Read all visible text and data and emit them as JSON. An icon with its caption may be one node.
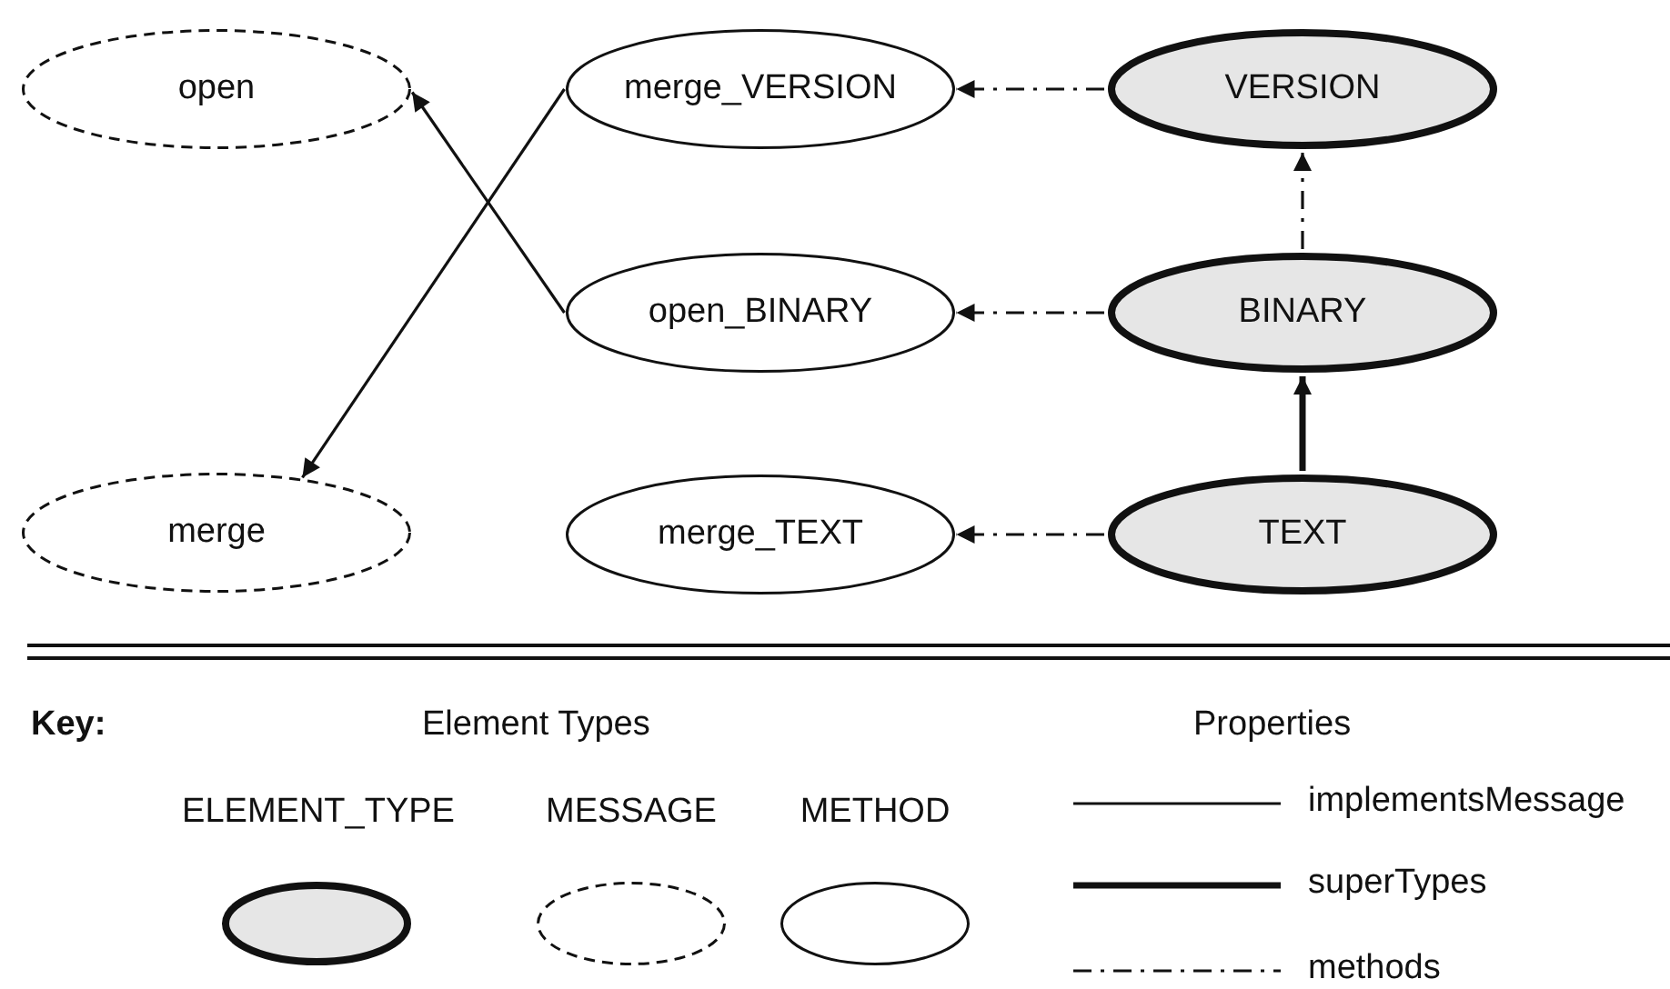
{
  "diagram": {
    "nodes": [
      {
        "text": [
          "open"
        ]
      },
      {
        "text": [
          "merge_VERSION"
        ]
      },
      {
        "text": [
          "VERSION"
        ]
      },
      {
        "text": [
          "open_BINARY"
        ]
      },
      {
        "text": [
          "BINARY"
        ]
      },
      {
        "text": [
          "merge"
        ]
      },
      {
        "text": [
          "merge_TEXT"
        ]
      },
      {
        "text": [
          "TEXT"
        ]
      }
    ],
    "edges": [
      {
        "from": 1,
        "to": 5,
        "arrow": "to"
      },
      {
        "from": 3,
        "to": 0,
        "arrow": "to"
      },
      {
        "from": 2,
        "to": 1,
        "arrow": "to",
        "style": "dashed"
      },
      {
        "from": 4,
        "to": 3,
        "arrow": "to",
        "style": "dashed"
      },
      {
        "from": 4,
        "to": 2,
        "arrow": "to",
        "style": "dashed"
      },
      {
        "from": 7,
        "to": 4,
        "arrow": "to",
        "style": "thick"
      },
      {
        "from": 7,
        "to": 6,
        "arrow": "to",
        "style": "dashed"
      }
    ],
    "labels": [
      "Key:",
      "Element Types",
      "Properties"
    ],
    "legend": [
      {
        "text": "ELEMENT_TYPE"
      },
      {
        "text": "MESSAGE"
      },
      {
        "text": "METHOD"
      },
      {
        "text": "implementsMessage"
      },
      {
        "text": "superTypes"
      },
      {
        "text": "methods"
      }
    ]
  }
}
